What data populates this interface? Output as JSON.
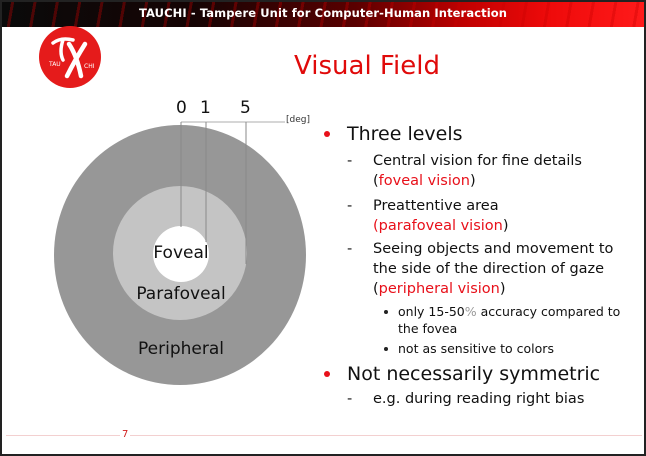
{
  "header": {
    "text": "TAUCHI - Tampere Unit for Computer-Human Interaction",
    "gradient_colors": [
      "#0a0a0a",
      "#c00000",
      "#ff1a1a"
    ]
  },
  "logo": {
    "icon": "tauchi-logo-icon",
    "left_small_text": "TAU",
    "right_small_text": "CHI",
    "color": "#e51b1b"
  },
  "title": "Visual Field",
  "diagram": {
    "scale_ticks": [
      "0",
      "1",
      "5"
    ],
    "unit": "[deg]",
    "rings": [
      {
        "label": "Foveal",
        "color": "#ffffff"
      },
      {
        "label": "Parafoveal",
        "color": "#c4c4c4"
      },
      {
        "label": "Peripheral",
        "color": "#979797"
      }
    ]
  },
  "content": {
    "bullets": [
      {
        "text": "Three levels",
        "children": [
          {
            "line1": "Central vision for fine details",
            "line2_open": "(",
            "line2_red": "foveal vision",
            "line2_close": ")"
          },
          {
            "line1": "Preattentive area",
            "line2_red": "(parafoveal vision",
            "line2_close": ")"
          },
          {
            "line1": "Seeing objects and movement to",
            "line1b": "the side of the direction of gaze",
            "line2_open": "(",
            "line2_red": "peripheral vision",
            "line2_close": ")",
            "children": [
              {
                "text_a": "only 15-50",
                "text_pct": "%",
                "text_b": " accuracy compared to",
                "text_c": "the fovea"
              },
              {
                "text_a": "not as sensitive to colors"
              }
            ]
          }
        ]
      },
      {
        "text": "Not necessarily symmetric",
        "children": [
          {
            "line1": "e.g. during reading right bias"
          }
        ]
      }
    ],
    "dash": "-"
  },
  "footer": {
    "page_number": "7"
  },
  "colors": {
    "accent_red": "#e8101a",
    "title_red": "#e00a0a"
  }
}
